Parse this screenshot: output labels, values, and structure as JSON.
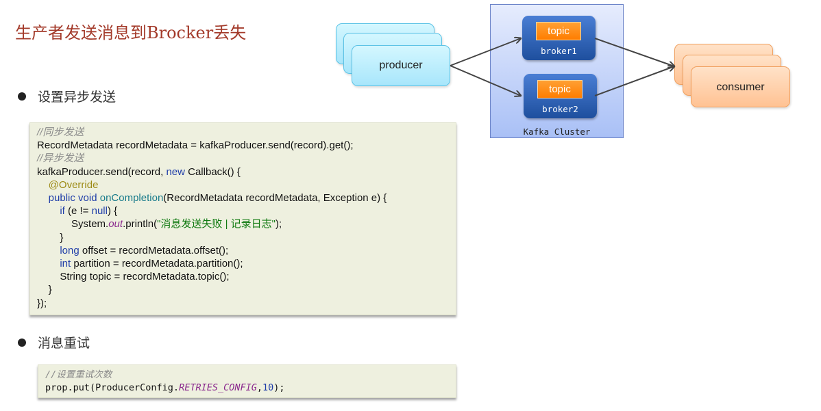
{
  "title": "生产者发送消息到Brocker丢失",
  "bullets": {
    "async": "设置异步发送",
    "retry": "消息重试"
  },
  "code_async": {
    "c1": "//同步发送",
    "l1": "RecordMetadata recordMetadata = kafkaProducer.send(record).get();",
    "c2": "//异步发送",
    "l2a": "kafkaProducer.send(record, ",
    "l2kw": "new",
    "l2b": " Callback() {",
    "l3": "@Override",
    "l4kw": "public void",
    "l4fn": "onCompletion",
    "l4b": "(RecordMetadata recordMetadata, Exception e) {",
    "l5kw1": "if",
    "l5a": " (e != ",
    "l5kw2": "null",
    "l5b": ") {",
    "l6a": "System.",
    "l6out": "out",
    "l6b": ".println(",
    "l6str": "\"消息发送失败 | 记录日志\"",
    "l6c": ");",
    "l7": "}",
    "l8kw": "long",
    "l8b": " offset = recordMetadata.offset();",
    "l9kw": "int",
    "l9b": " partition = recordMetadata.partition();",
    "l10": "String topic = recordMetadata.topic();",
    "l11": "}",
    "l12": "});"
  },
  "code_retry": {
    "comment": "//设置重试次数",
    "a": "prop.put(ProducerConfig.",
    "const": "RETRIES_CONFIG",
    "sep": ",",
    "num": "10",
    "end": ");"
  },
  "diagram": {
    "producer": "producer",
    "consumer": "consumer",
    "cluster": "Kafka Cluster",
    "brokers": [
      {
        "topic": "topic",
        "name": "broker1"
      },
      {
        "topic": "topic",
        "name": "broker2"
      }
    ],
    "colors": {
      "title": "#a33a2a",
      "producer": "#a8e6fb",
      "consumer": "#ffc293",
      "broker": "#2a5cb0",
      "topic": "#ff8c1a",
      "cluster": "#b9ccf7"
    }
  }
}
